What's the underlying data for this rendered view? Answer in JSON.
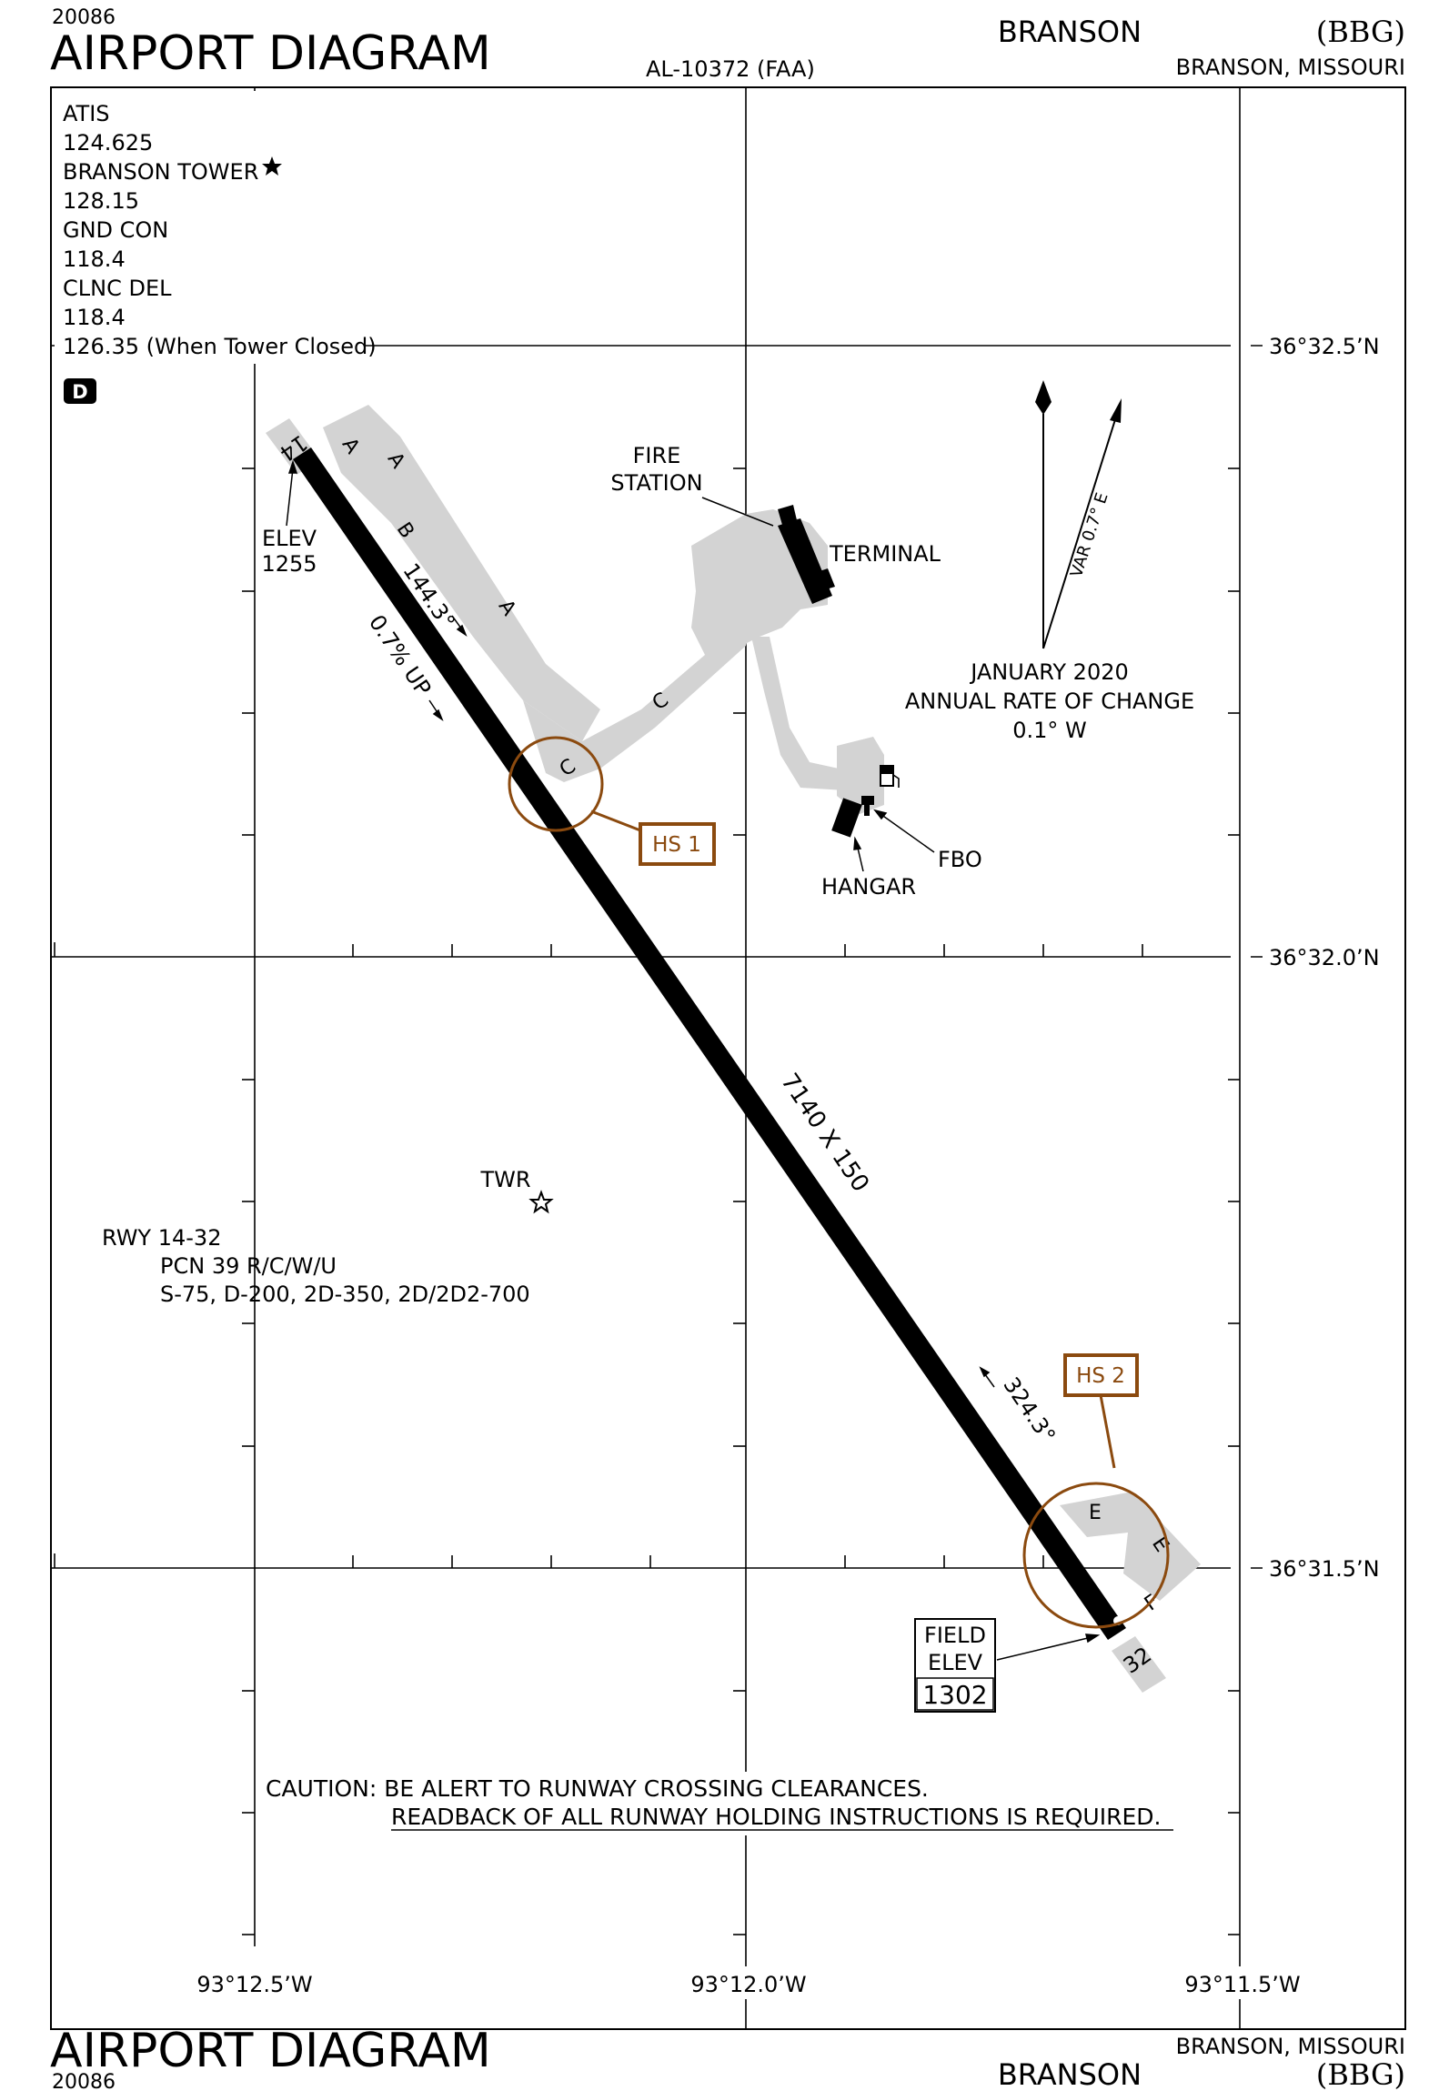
{
  "header": {
    "chart_number": "20086",
    "title": "AIRPORT DIAGRAM",
    "chart_id": "AL-10372 (FAA)",
    "airport_name": "BRANSON",
    "airport_code": "(BBG)",
    "location": "BRANSON, MISSOURI"
  },
  "footer": {
    "chart_number": "20086",
    "title": "AIRPORT DIAGRAM",
    "airport_name": "BRANSON",
    "airport_code": "(BBG)",
    "location": "BRANSON, MISSOURI"
  },
  "frequencies": [
    "ATIS",
    "124.625",
    "BRANSON TOWER",
    "128.15",
    "GND CON",
    "118.4",
    "CLNC DEL",
    "118.4",
    "126.35 (When Tower Closed)"
  ],
  "datalink_badge": "D",
  "latitudes": [
    "36°32.5’N",
    "36°32.0’N",
    "36°31.5’N"
  ],
  "longitudes": [
    "93°12.5’W",
    "93°12.0’W",
    "93°11.5’W"
  ],
  "runway": {
    "end_a": "14",
    "end_b": "32",
    "dimensions": "7140 X 150",
    "heading_a": "144.3°",
    "heading_b": "324.3°",
    "gradient": "0.7% UP",
    "elev_label": "ELEV",
    "elev_value": "1255"
  },
  "field_elev": {
    "line1": "FIELD",
    "line2": "ELEV",
    "value": "1302"
  },
  "taxiways": [
    "A",
    "A",
    "B",
    "A",
    "C",
    "C",
    "E",
    "E",
    "F"
  ],
  "hotspots": [
    "HS 1",
    "HS 2"
  ],
  "facilities": {
    "fire_station_1": "FIRE",
    "fire_station_2": "STATION",
    "terminal": "TERMINAL",
    "fbo": "FBO",
    "hangar": "HANGAR",
    "tower": "TWR"
  },
  "magnetic": {
    "variation": "VAR 0.7° E",
    "date": "JANUARY 2020",
    "rate_label": "ANNUAL RATE OF CHANGE",
    "rate_value": "0.1° W"
  },
  "runway_info": {
    "name": "RWY 14-32",
    "pcn": "PCN 39 R/C/W/U",
    "strength": "S-75, D-200, 2D-350, 2D/2D2-700"
  },
  "caution": {
    "line1": "CAUTION: BE ALERT TO RUNWAY CROSSING CLEARANCES.",
    "line2": "READBACK OF ALL RUNWAY HOLDING INSTRUCTIONS IS REQUIRED."
  },
  "colors": {
    "hotspot": "#8b4a0f",
    "taxiway": "#d3d3d3",
    "runway": "#000000"
  }
}
